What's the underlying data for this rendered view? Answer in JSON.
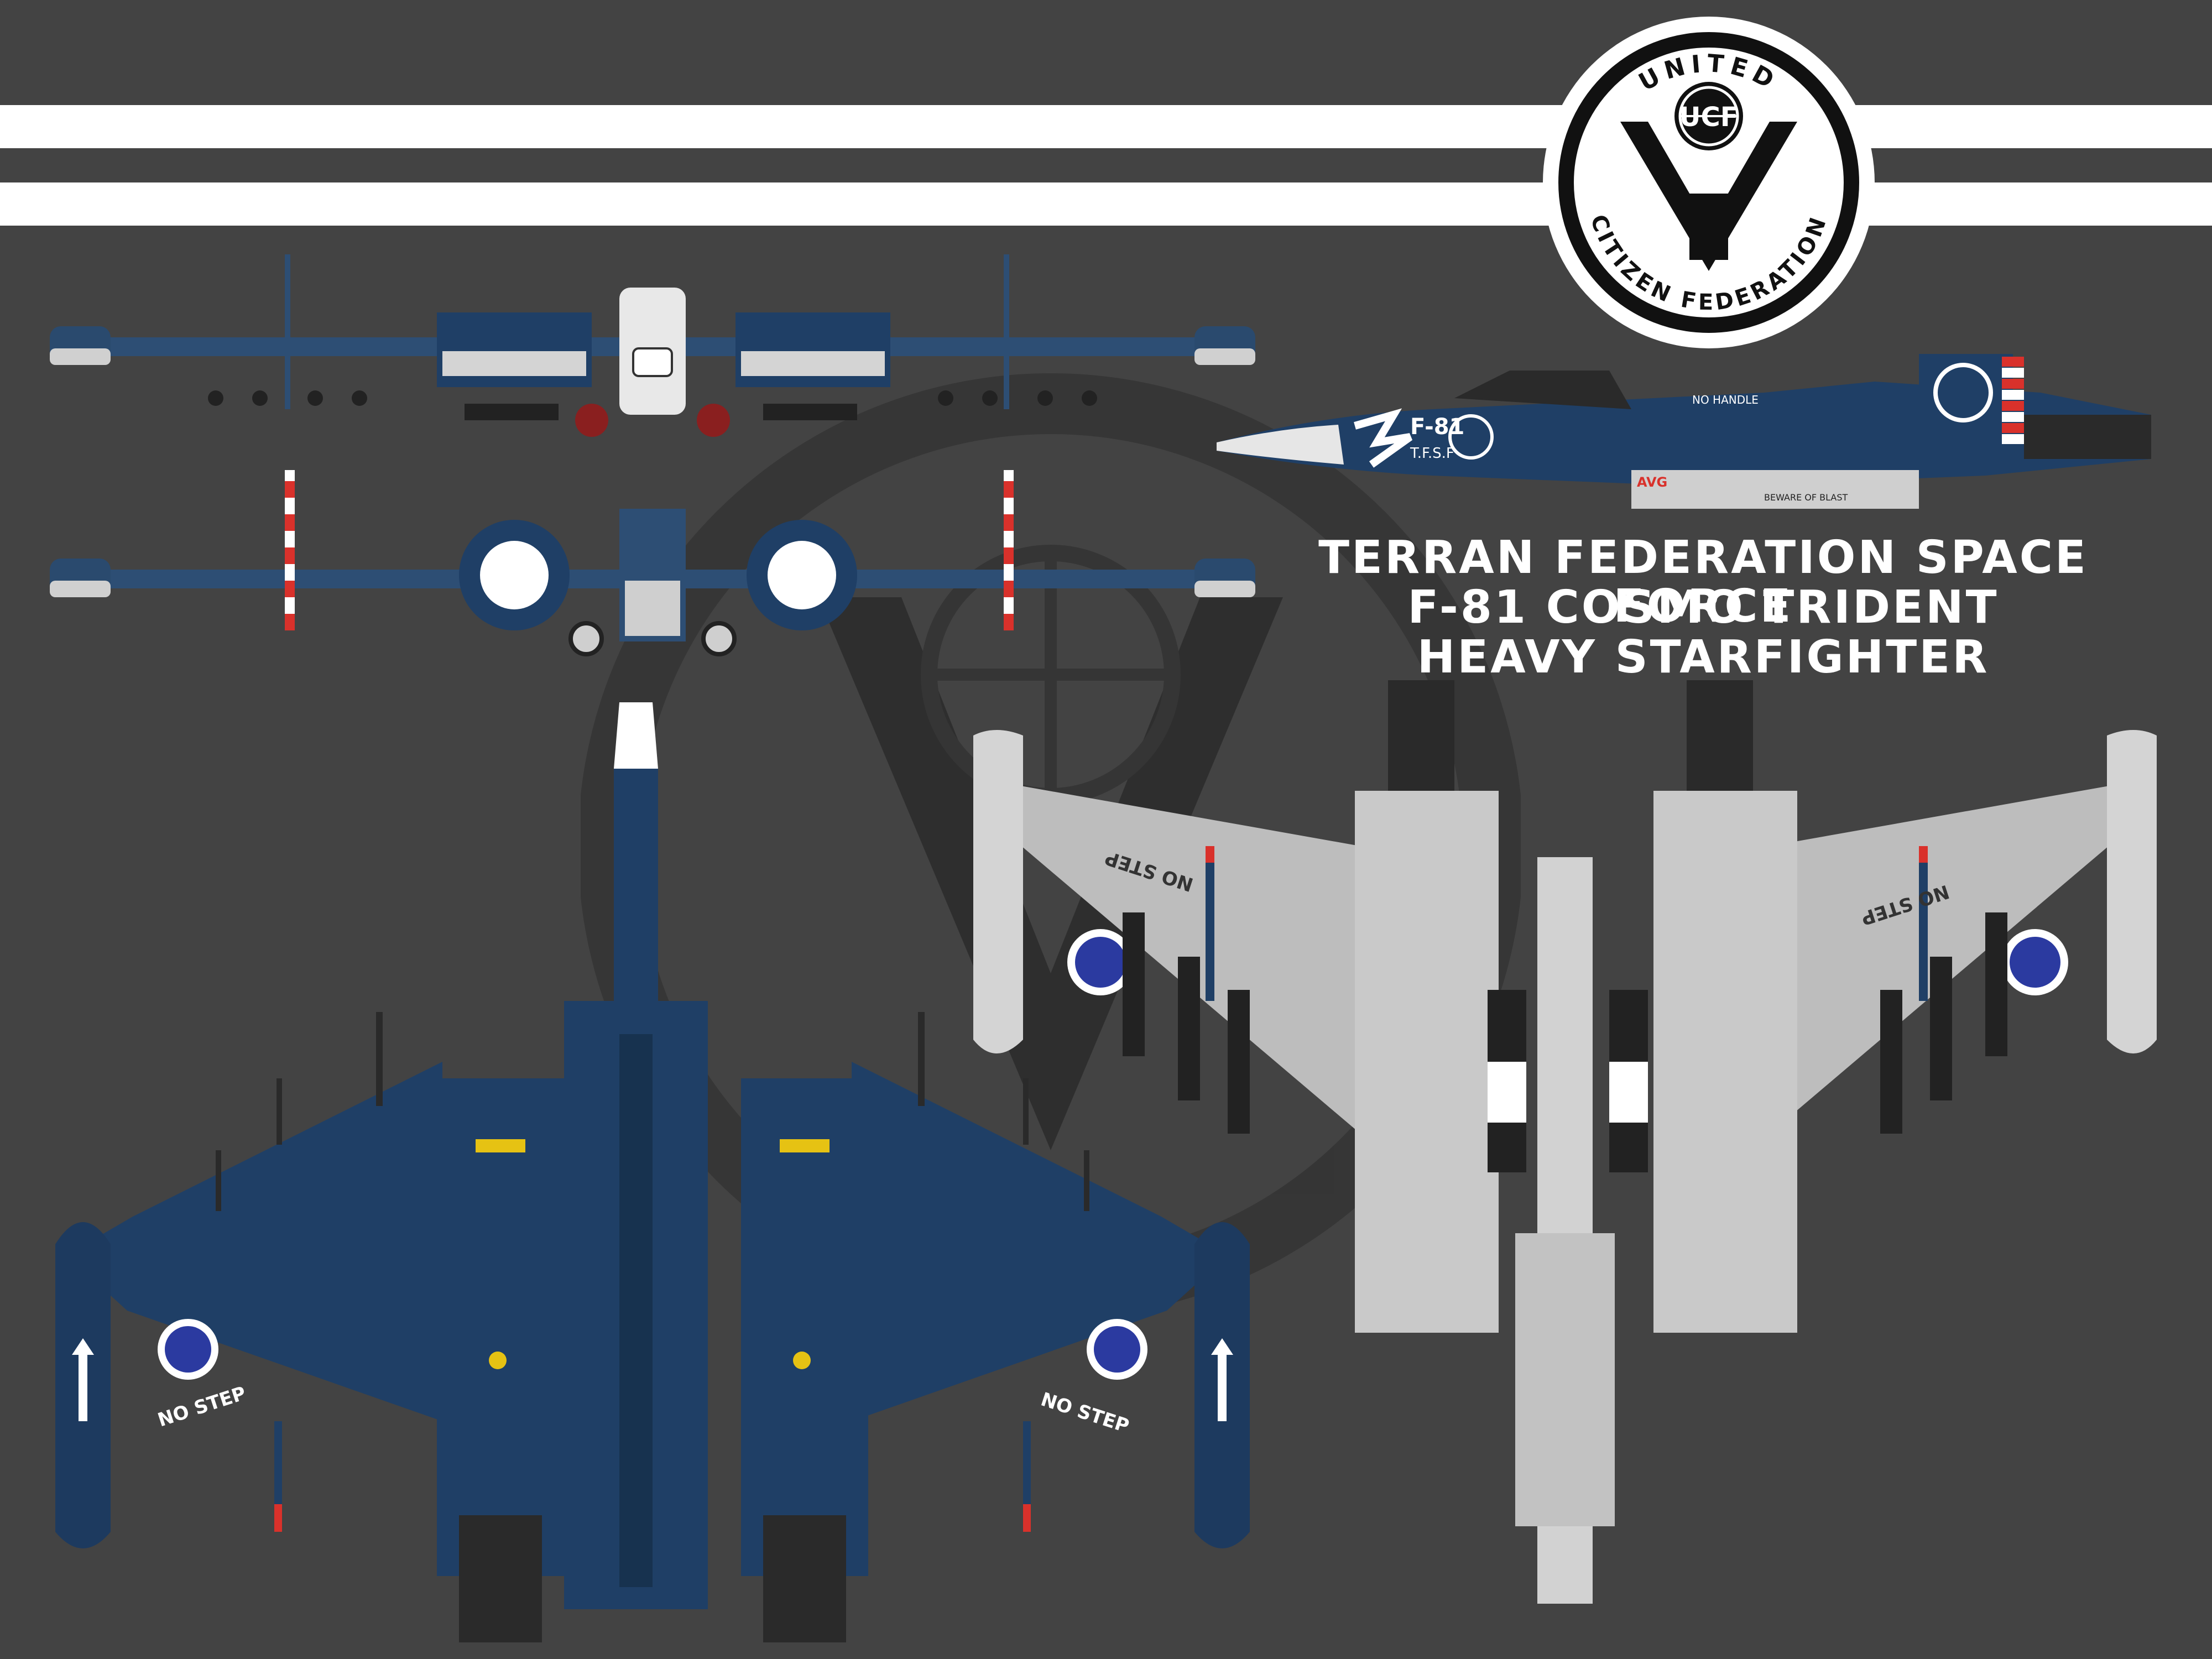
{
  "title": {
    "line1": "TERRAN FEDERATION SPACE FORCE",
    "line2": "F-81 COSMO TRIDENT",
    "line3": "HEAVY STARFIGHTER"
  },
  "emblem": {
    "top_text": "UNITED",
    "bottom_text": "CITIZEN FEDERATION",
    "center_text": "UCF"
  },
  "markings": {
    "designation": "F-81",
    "unit": "T.F.S.F",
    "no_step": "NO STEP",
    "no_handle": "NO HANDLE",
    "avg": "AVG",
    "beware": "BEWARE OF BLAST"
  },
  "colors": {
    "background": "#434343",
    "hull_blue": "#1f3f66",
    "hull_grey": "#c9c9c9",
    "stripe": "#ffffff",
    "warning_red": "#d9312b"
  }
}
